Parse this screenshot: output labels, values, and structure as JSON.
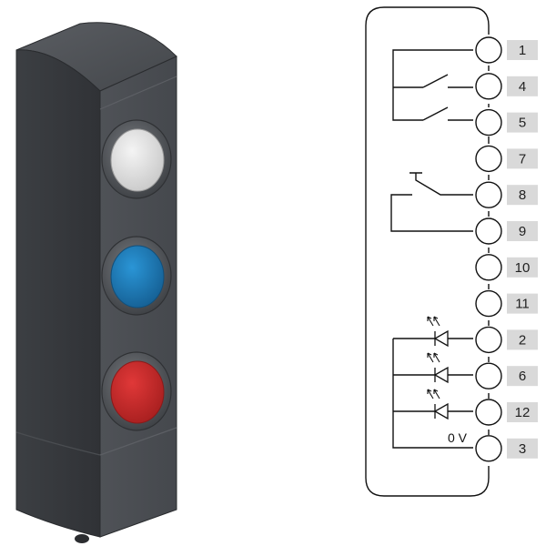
{
  "device": {
    "buttons": [
      {
        "name": "white",
        "color": "#dedede"
      },
      {
        "name": "blue",
        "color": "#1f7fc0"
      },
      {
        "name": "red",
        "color": "#d12f2f"
      }
    ],
    "housing_color": "#4a4d52"
  },
  "wiring": {
    "pins": [
      "1",
      "4",
      "5",
      "7",
      "8",
      "9",
      "10",
      "11",
      "2",
      "6",
      "12",
      "3"
    ],
    "ground_label": "0 V"
  }
}
